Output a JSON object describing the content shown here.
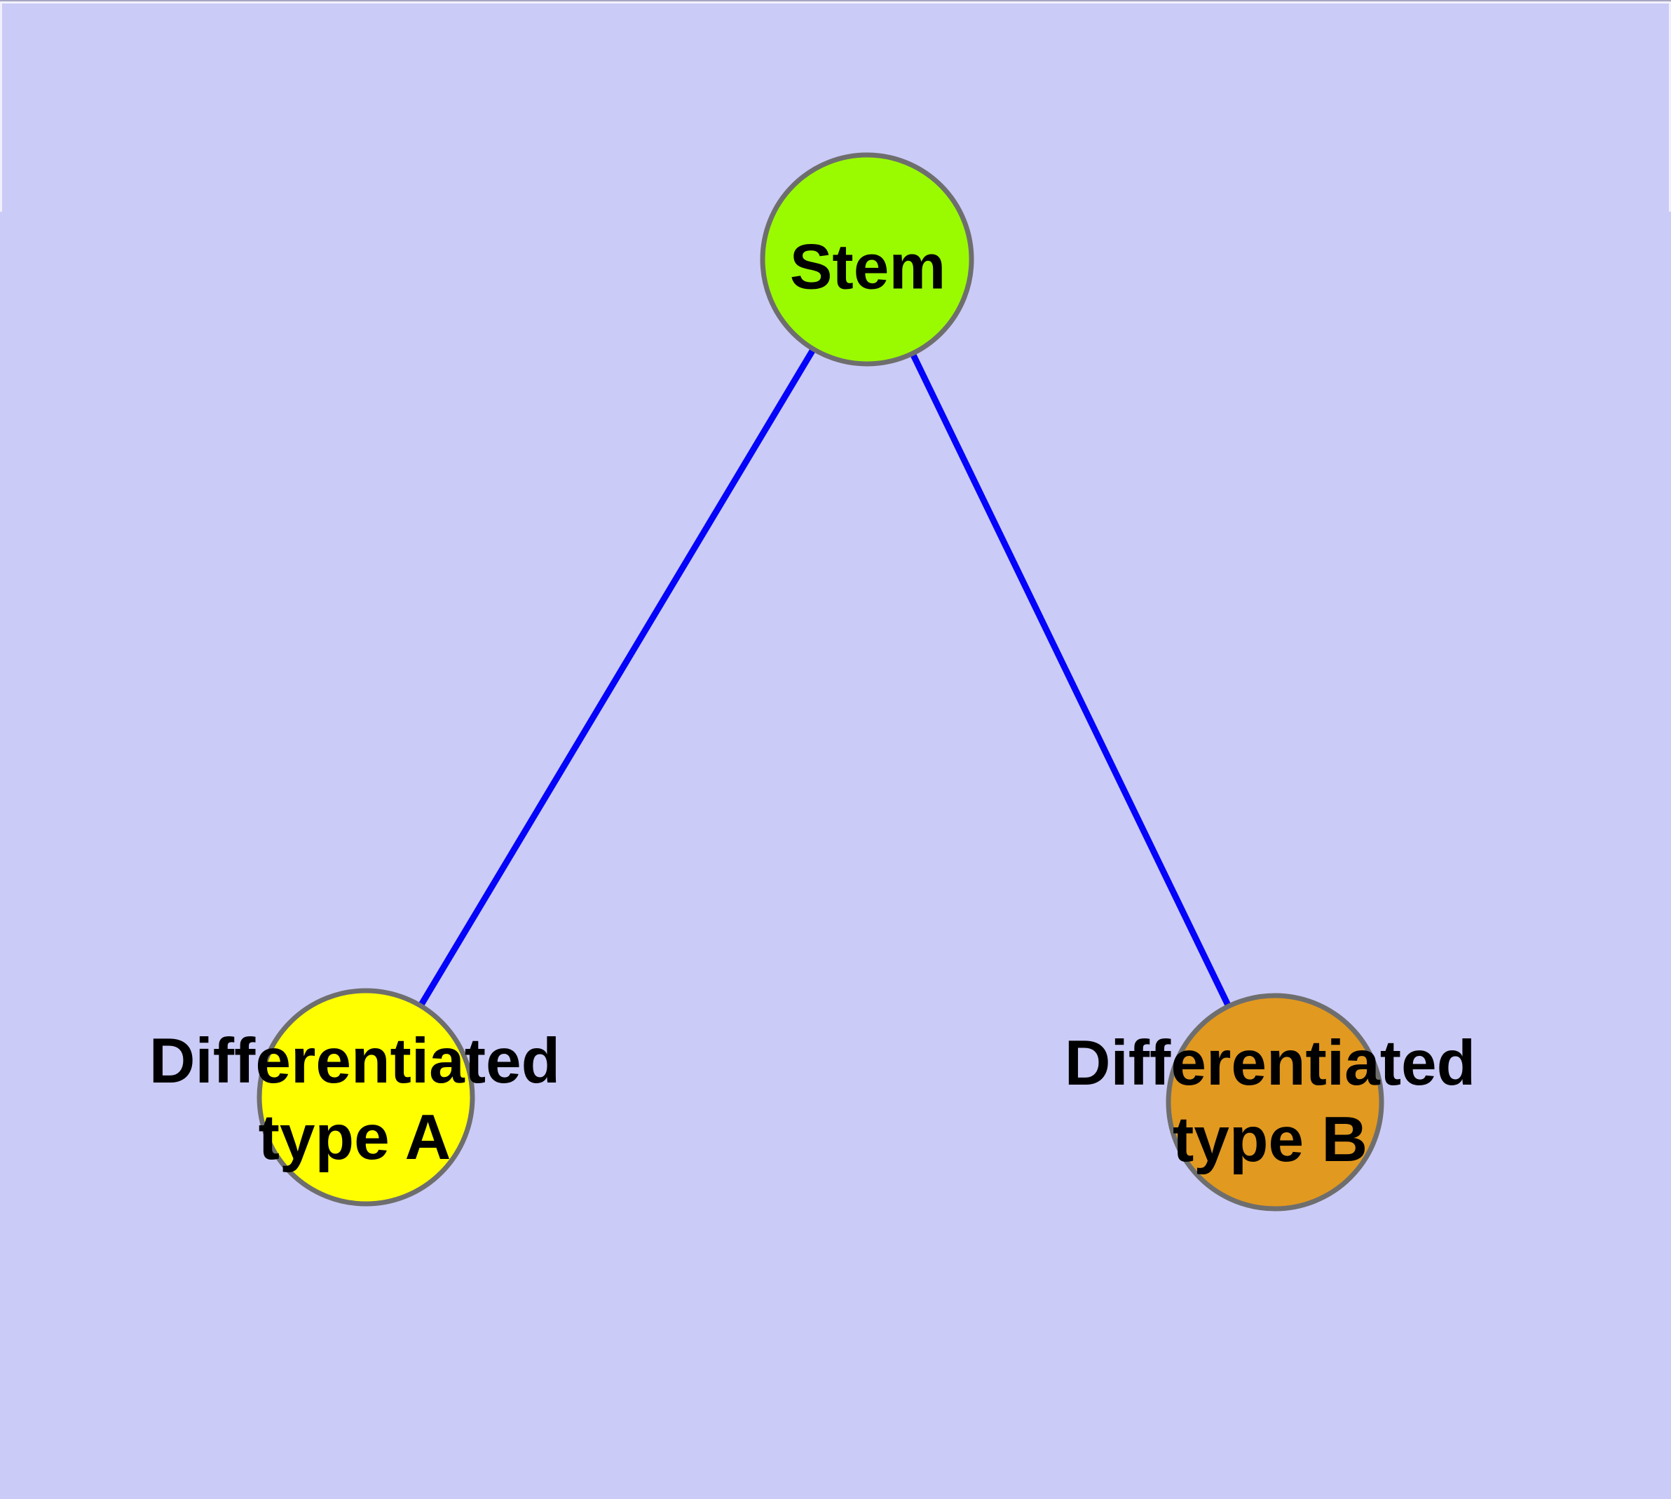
{
  "background_color": "#CBCBF7",
  "edge_color": "#0404FA",
  "node_border_color": "#6E6E6E",
  "label_color": "#000000",
  "nodes": {
    "stem": {
      "label": "Stem",
      "color": "#9AFB00"
    },
    "typeA": {
      "label": "Differentiated\ntype A",
      "color": "#FFFF00"
    },
    "typeB": {
      "label": "Differentiated\ntype B",
      "color": "#E2991F"
    }
  },
  "edges": [
    {
      "from": "stem",
      "to": "typeA"
    },
    {
      "from": "stem",
      "to": "typeB"
    }
  ]
}
